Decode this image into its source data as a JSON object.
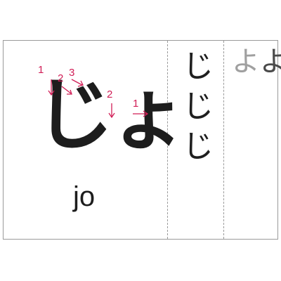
{
  "card": {
    "main_glyph": "じょ",
    "romaji": "jo",
    "stroke_numbers": [
      "1",
      "2",
      "3",
      "2",
      "1"
    ],
    "practice_column": [
      "じ",
      "じ",
      "じ"
    ],
    "ghost_row": [
      "よ",
      "よ"
    ]
  },
  "colors": {
    "stroke_guide": "#d11d56",
    "ink": "#1d1d1d",
    "border": "#9a9a9a",
    "ghost": "#a0a0a0"
  }
}
